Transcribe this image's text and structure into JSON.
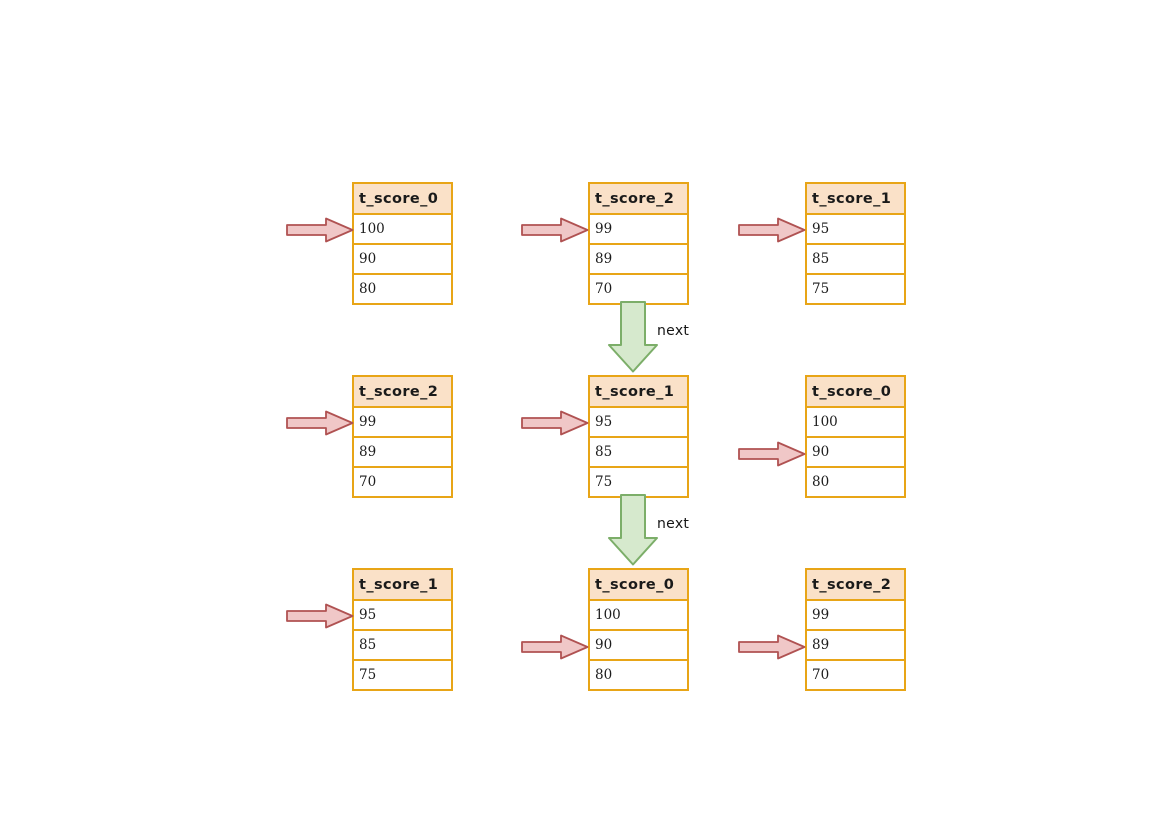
{
  "diagram": {
    "title_hidden": "",
    "background_color": "#ffffff",
    "palette": {
      "table_border": "#e8a517",
      "header_fill": "#fae1c8",
      "row_fill": "#ffffff",
      "pointer_fill": "#f0c7c7",
      "pointer_stroke": "#b05252",
      "next_fill": "#d6e9cd",
      "next_stroke": "#7cae69",
      "text": "#1a1a1a"
    },
    "tables": [
      {
        "id": "r0c0",
        "title": "t_score_0",
        "rows": [
          "100",
          "90",
          "80"
        ],
        "pointer_row_index": 0
      },
      {
        "id": "r0c1",
        "title": "t_score_2",
        "rows": [
          "99",
          "89",
          "70"
        ],
        "pointer_row_index": 0
      },
      {
        "id": "r0c2",
        "title": "t_score_1",
        "rows": [
          "95",
          "85",
          "75"
        ],
        "pointer_row_index": 0
      },
      {
        "id": "r1c0",
        "title": "t_score_2",
        "rows": [
          "99",
          "89",
          "70"
        ],
        "pointer_row_index": 0
      },
      {
        "id": "r1c1",
        "title": "t_score_1",
        "rows": [
          "95",
          "85",
          "75"
        ],
        "pointer_row_index": 0
      },
      {
        "id": "r1c2",
        "title": "t_score_0",
        "rows": [
          "100",
          "90",
          "80"
        ],
        "pointer_row_index": 1
      },
      {
        "id": "r2c0",
        "title": "t_score_1",
        "rows": [
          "95",
          "85",
          "75"
        ],
        "pointer_row_index": 0
      },
      {
        "id": "r2c1",
        "title": "t_score_0",
        "rows": [
          "100",
          "90",
          "80"
        ],
        "pointer_row_index": 1
      },
      {
        "id": "r2c2",
        "title": "t_score_2",
        "rows": [
          "99",
          "89",
          "70"
        ],
        "pointer_row_index": 1
      }
    ],
    "next_arrows": [
      {
        "id": "next-1",
        "label": "next",
        "from": "r0c1",
        "to": "r1c1"
      },
      {
        "id": "next-2",
        "label": "next",
        "from": "r1c1",
        "to": "r2c1"
      }
    ]
  }
}
